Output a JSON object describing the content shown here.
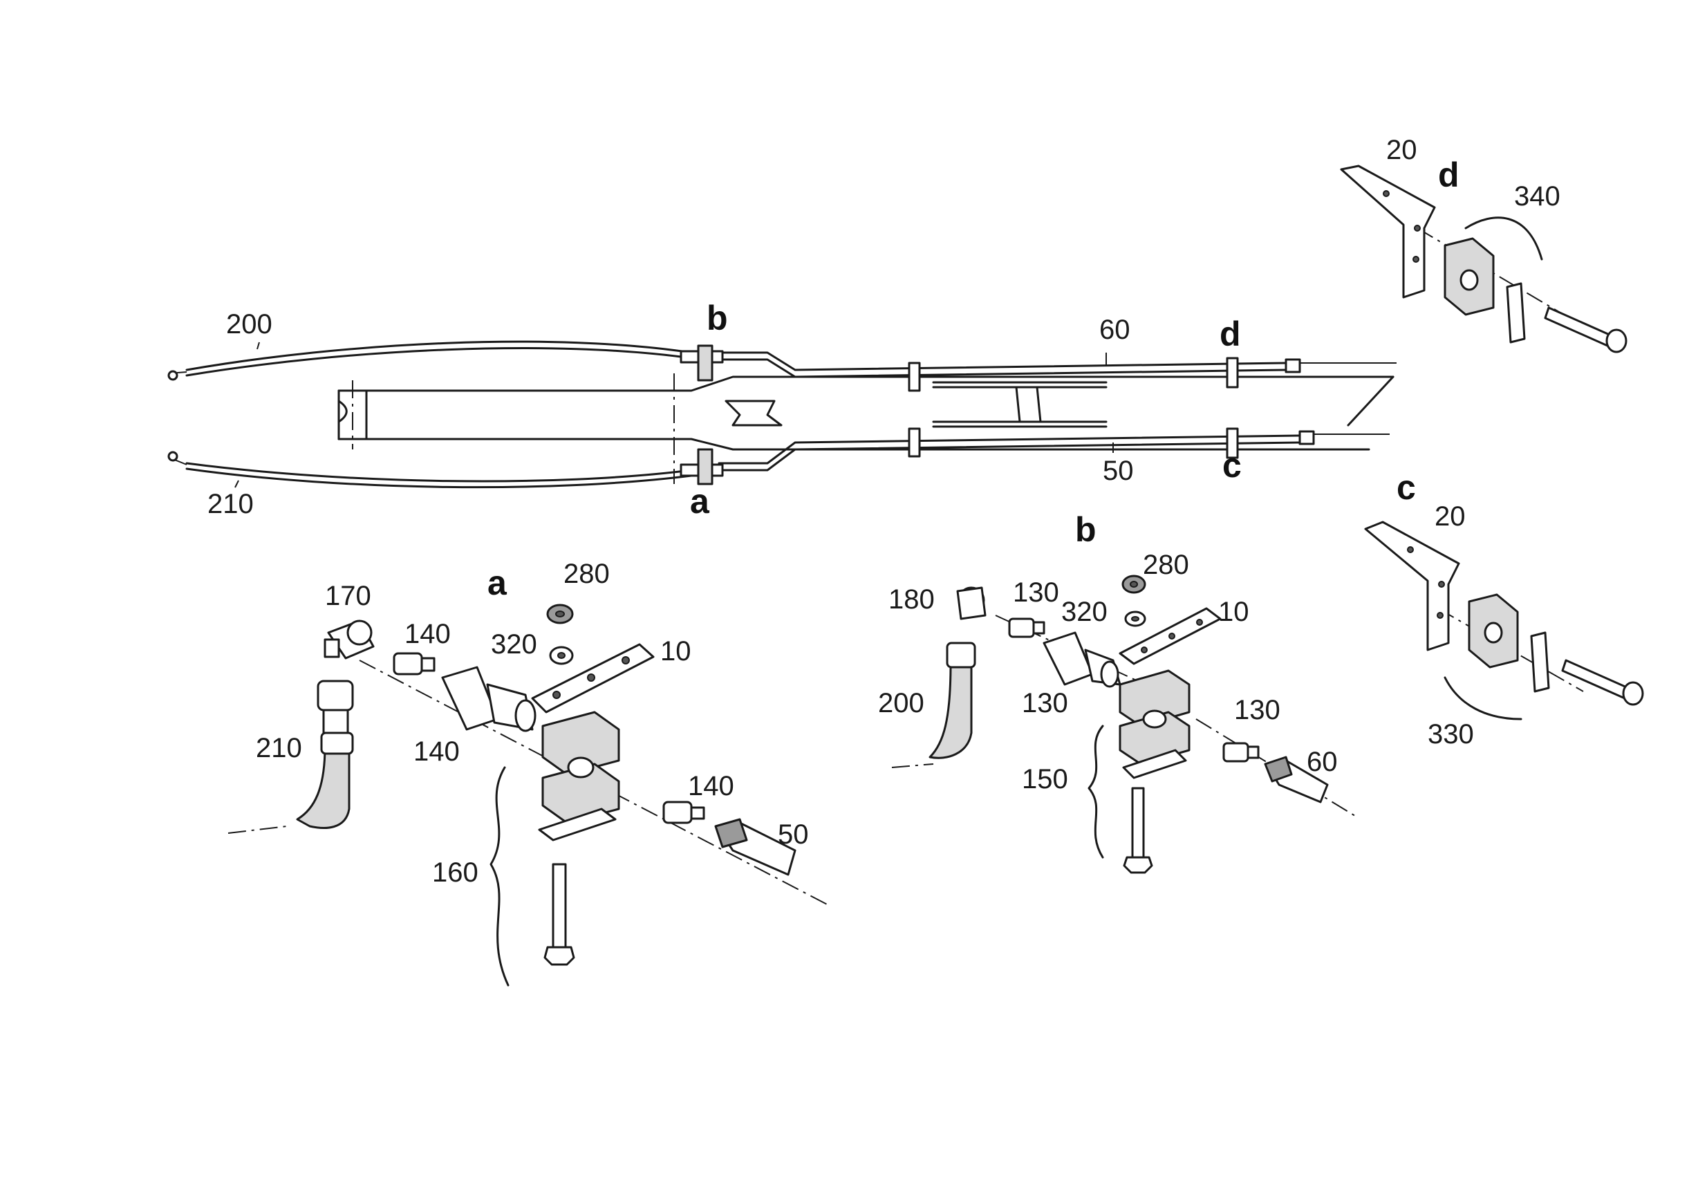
{
  "callouts": {
    "detail_a": "a",
    "detail_b": "b",
    "detail_c": "c",
    "detail_d": "d",
    "overview_a": "a",
    "overview_b": "b",
    "overview_c": "c",
    "overview_d": "d",
    "hose_upper": "200",
    "hose_lower": "210",
    "line_upper": "60",
    "line_lower": "50"
  },
  "detail_a": {
    "elbow": "170",
    "hose": "210",
    "nipple": "140",
    "adapter": "140",
    "nut": "280",
    "washer": "320",
    "plate": "10",
    "clamp_set": "160",
    "union": "140",
    "pipe": "50"
  },
  "detail_b": {
    "elbow": "180",
    "hose": "200",
    "nipple": "130",
    "adapter": "130",
    "nut": "280",
    "washer": "320",
    "plate": "10",
    "clamp_set": "150",
    "union": "130",
    "pipe": "60"
  },
  "detail_c": {
    "bracket": "20",
    "clamp_set": "330"
  },
  "detail_d": {
    "bracket": "20",
    "clamp_set": "340"
  }
}
